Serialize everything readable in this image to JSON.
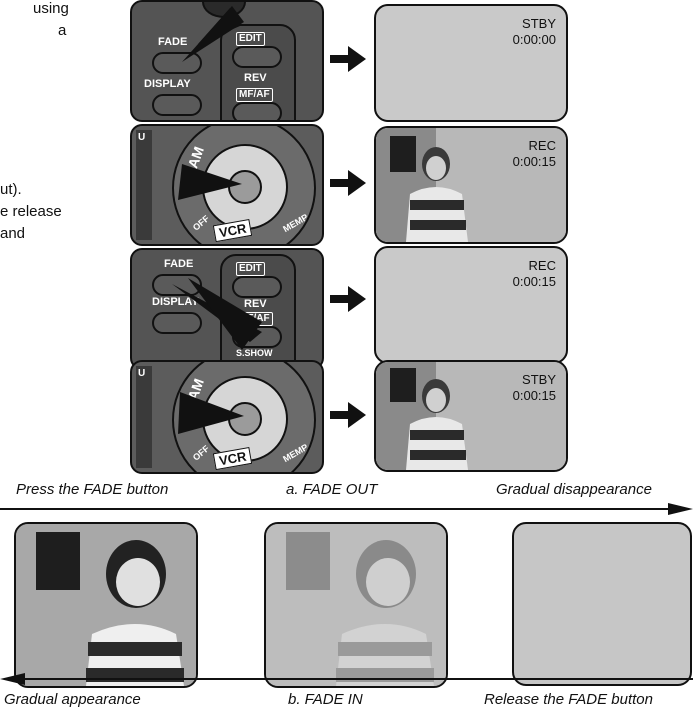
{
  "left_text_fragments": [
    "using",
    "a",
    "ut).",
    "e release",
    "and"
  ],
  "rows": [
    {
      "screen": {
        "mode": "STBY",
        "time": "0:00:00",
        "has_image": false
      }
    },
    {
      "screen": {
        "mode": "REC",
        "time": "0:00:15",
        "has_image": true
      }
    },
    {
      "screen": {
        "mode": "REC",
        "time": "0:00:15",
        "has_image": false
      }
    },
    {
      "screen": {
        "mode": "STBY",
        "time": "0:00:15",
        "has_image": true
      }
    }
  ],
  "control_panel": {
    "fade_label": "FADE",
    "display_label": "DISPLAY",
    "edit_label": "EDIT",
    "rev_label": "REV",
    "mfaf_label": "MF/AF",
    "sshow_label": "S.SHOW"
  },
  "dial": {
    "cam_label": "CAM",
    "vcr_label": "VCR",
    "off_label": "OFF",
    "memp_label": "MEMP",
    "u_label": "U"
  },
  "fade_out": {
    "left_caption": "Press the FADE button",
    "center_caption": "a. FADE OUT",
    "right_caption": "Gradual disappearance"
  },
  "fade_in": {
    "left_caption": "Gradual appearance",
    "center_caption": "b. FADE IN",
    "right_caption": "Release the FADE button"
  },
  "colors": {
    "panel": "#545454",
    "screen_gray": "#c9c9c9",
    "outline": "#111111"
  }
}
